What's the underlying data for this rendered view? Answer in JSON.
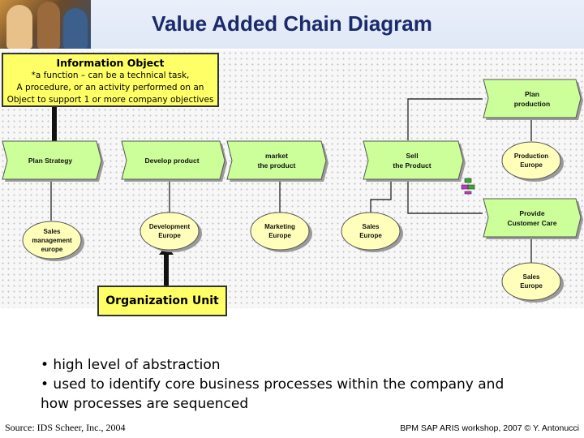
{
  "slide": {
    "title": "Value Added Chain Diagram",
    "photo_description": "header-photo"
  },
  "note": {
    "title": "Information Object",
    "body_lines": [
      "*a function – can be a technical task,",
      "A procedure, or an activity performed on an",
      "Object to support 1 or more company objectives"
    ]
  },
  "org_callout": {
    "label": "Organization Unit"
  },
  "functions": [
    {
      "id": "plan-strategy",
      "lines": [
        "Plan Strategy"
      ]
    },
    {
      "id": "develop-product",
      "lines": [
        "Develop product"
      ]
    },
    {
      "id": "market-product",
      "lines": [
        "market",
        "the product"
      ]
    },
    {
      "id": "sell-product",
      "lines": [
        "Sell",
        "the Product"
      ]
    },
    {
      "id": "plan-production",
      "lines": [
        "Plan",
        "production"
      ]
    },
    {
      "id": "provide-customer-care",
      "lines": [
        "Provide",
        "Customer Care"
      ]
    }
  ],
  "org_units": [
    {
      "id": "sales-management-europe",
      "lines": [
        "Sales",
        "management",
        "europe"
      ]
    },
    {
      "id": "development-europe",
      "lines": [
        "Development",
        "Europe"
      ]
    },
    {
      "id": "marketing-europe",
      "lines": [
        "Marketing",
        "Europe"
      ]
    },
    {
      "id": "sales-europe-1",
      "lines": [
        "Sales",
        "Europe"
      ]
    },
    {
      "id": "production-europe",
      "lines": [
        "Production",
        "Europe"
      ]
    },
    {
      "id": "sales-europe-2",
      "lines": [
        "Sales",
        "Europe"
      ]
    }
  ],
  "bullets": [
    "• high level of abstraction",
    "• used to identify core business processes within the company and",
    "how processes are sequenced"
  ],
  "footer": {
    "source": "Source: IDS Scheer, Inc., 2004",
    "credit": "BPM SAP ARIS workshop, 2007 © Y. Antonucci"
  },
  "colors": {
    "title": "#1a2a6c",
    "function_fill": "#ccff99",
    "org_unit_fill": "#ffffbb",
    "callout_fill": "#ffff66",
    "connector": "#333333"
  }
}
